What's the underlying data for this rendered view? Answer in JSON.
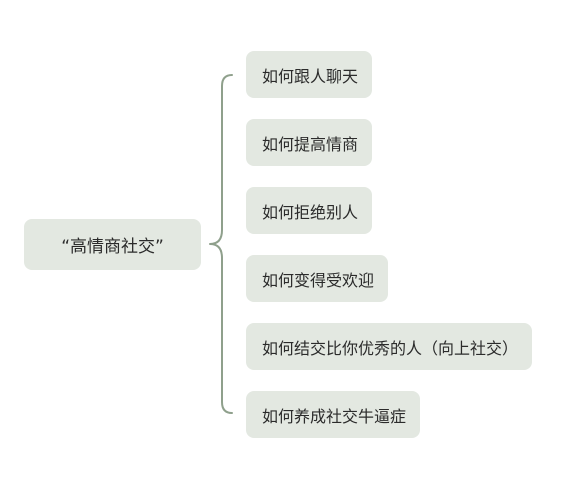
{
  "root": {
    "label": "“高情商社交”"
  },
  "children": [
    {
      "label": "如何跟人聊天"
    },
    {
      "label": "如何提高情商"
    },
    {
      "label": "如何拒绝别人"
    },
    {
      "label": "如何变得受欢迎"
    },
    {
      "label": "如何结交比你优秀的人（向上社交）"
    },
    {
      "label": "如何养成社交牛逼症"
    }
  ],
  "colors": {
    "node_fill": "#e3e8e1",
    "connector": "#8fa08c",
    "text": "#2b2b2b"
  }
}
